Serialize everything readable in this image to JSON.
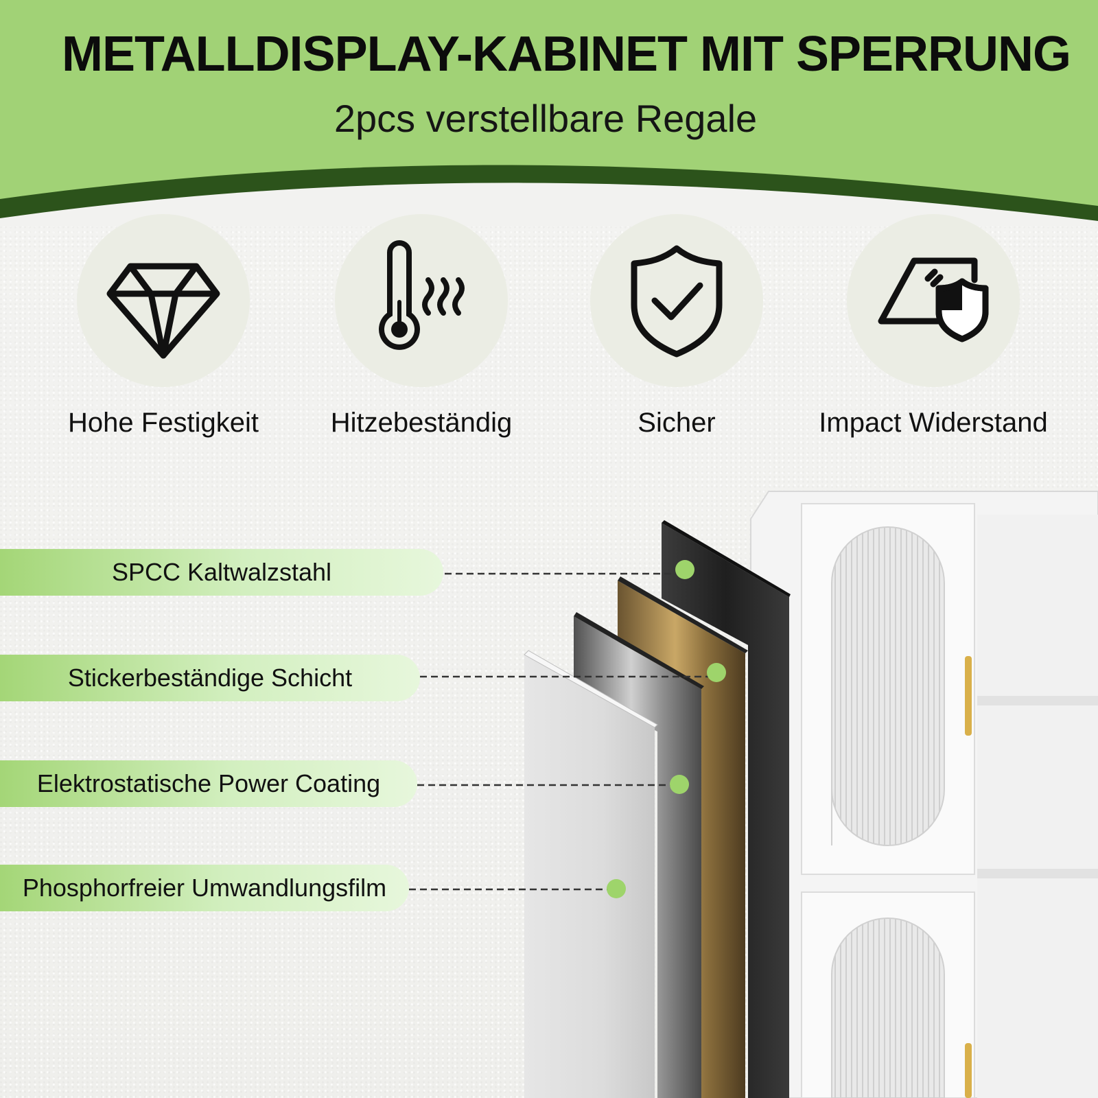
{
  "header": {
    "title": "METALLDISPLAY-KABINET MIT SPERRUNG",
    "subtitle": "2pcs verstellbare Regale"
  },
  "features": [
    {
      "label": "Hohe Festigkeit",
      "icon": "diamond-icon"
    },
    {
      "label": "Hitzebeständig",
      "icon": "thermometer-icon"
    },
    {
      "label": "Sicher",
      "icon": "shield-check-icon"
    },
    {
      "label": "Impact Widerstand",
      "icon": "glass-shield-icon"
    }
  ],
  "layers": [
    {
      "label": "SPCC Kaltwalzstahl"
    },
    {
      "label": "Stickerbeständige Schicht"
    },
    {
      "label": "Elektrostatische Power Coating"
    },
    {
      "label": "Phosphorfreier Umwandlungsfilm"
    }
  ],
  "colors": {
    "header_green": "#a1d276",
    "header_dark_green": "#2c531b",
    "accent_dot": "#9ed46b",
    "handle_gold": "#d9b04a"
  }
}
